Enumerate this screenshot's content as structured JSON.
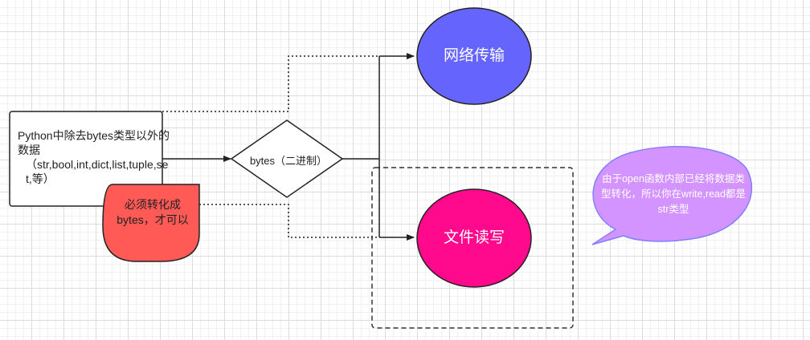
{
  "nodes": {
    "source_line1": "Python中除去bytes类型以外的数据",
    "source_line2": "（str,bool,int,dict,list,tuple,set,等）",
    "diamond_label": "bytes（二进制）",
    "network_label": "网络传输",
    "file_label": "文件读写"
  },
  "notes": {
    "red_note": "必须转化成bytes，才可以",
    "purple_note": "由于open函数内部已经将数据类型转化，所以你在write,read都是str类型"
  },
  "colors": {
    "network_fill": "#6565fd",
    "file_fill": "#ff0a8c",
    "red_note_fill": "#ff5a55",
    "purple_note_fill": "#d494ff",
    "purple_note_stroke": "#8080ff"
  }
}
